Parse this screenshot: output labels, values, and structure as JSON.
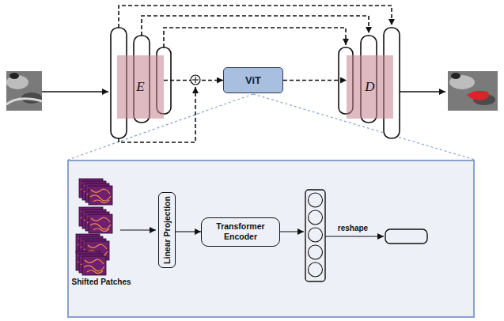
{
  "diagram": {
    "nodes": [
      {
        "text": [
          "E"
        ]
      },
      {
        "text": [
          "ViT"
        ]
      },
      {
        "text": [
          "D"
        ]
      },
      {
        "text": [
          "Linear Projection"
        ]
      },
      {
        "text": [
          "Transformer Encoder"
        ]
      }
    ],
    "edges": [
      {
        "from": 0,
        "to": 1,
        "arrow": "to"
      },
      {
        "from": 1,
        "to": 2,
        "arrow": "to"
      },
      {
        "from": 3,
        "to": 4,
        "arrow": "to"
      }
    ],
    "labels": [
      "Shifted Patches",
      "reshape"
    ]
  }
}
